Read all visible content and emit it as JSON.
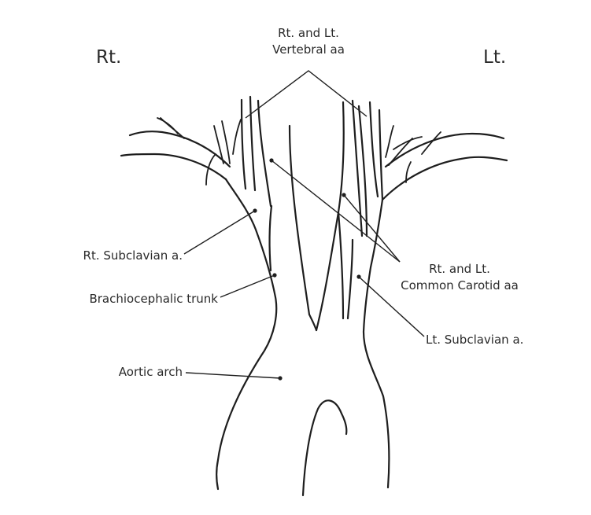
{
  "side_labels": {
    "right_side": "Rt.",
    "left_side": "Lt."
  },
  "labels": {
    "vertebral_line1": "Rt. and Lt.",
    "vertebral_line2": "Vertebral aa",
    "common_carotid_line1": "Rt. and Lt.",
    "common_carotid_line2": "Common Carotid aa",
    "rt_subclavian": "Rt. Subclavian a.",
    "brachiocephalic": "Brachiocephalic trunk",
    "lt_subclavian": "Lt. Subclavian a.",
    "aortic_arch": "Aortic arch"
  }
}
